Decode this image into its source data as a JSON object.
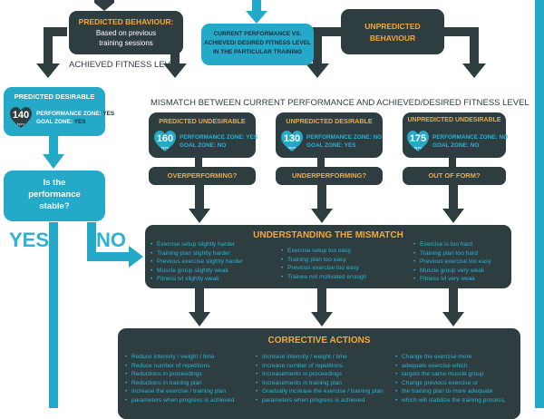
{
  "top_left": {
    "title": "PREDICTED BEHAVIOUR:",
    "subtitle_l1": "Based on previous",
    "subtitle_l2": "training sessions"
  },
  "top_center": {
    "l1": "CURRENT PERFORMANCE VS.",
    "l2": "ACHIEVED/ DESIRED FITNESS LEVEL",
    "l3": "IN THE PARTICULAR TRAINING"
  },
  "top_right": {
    "l1": "UNPREDICTED",
    "l2": "BEHAVIOUR"
  },
  "achieved_caption": "ACHIEVED FITNESS LEVEL",
  "mismatch_caption": "MISMATCH BETWEEN CURRENT PERFORMANCE AND ACHIEVED/DESIRED FITNESS LEVEL",
  "predicted_desirable": {
    "title": "PREDICTED DESIRABLE",
    "bpm": "140",
    "unit": "bpm",
    "zone_label": "PERFORMANCE ZONE:",
    "zone_value": "YES",
    "goal_label": "GOAL ZONE:",
    "goal_value": "YES"
  },
  "cases": [
    {
      "title": "PREDICTED UNDESIRABLE",
      "bpm": "160",
      "unit": "bpm",
      "zone_label": "PERFORMANCE ZONE:",
      "zone_value": "YES",
      "goal_label": "GOAL ZONE:",
      "goal_value": "NO",
      "diagnosis": "OVERPERFORMING?",
      "reasons": [
        "Exercise setup slightly harder",
        "Training plan slightly harder",
        "Previous exercise slightly harder",
        "Muscle group slightly weak",
        "Fitness lvl slightly weak"
      ]
    },
    {
      "title": "UNPREDICTED DESIRABLE",
      "bpm": "130",
      "unit": "bpm",
      "zone_label": "PERFORMANCE ZONE:",
      "zone_value": "NO",
      "goal_label": "GOAL ZONE:",
      "goal_value": "YES",
      "diagnosis": "UNDERPERFORMING?",
      "reasons": [
        "Exercise setup too easy",
        "Training plan too easy",
        "Previous exercise too easy",
        "Trainee not motivated enough"
      ]
    },
    {
      "title": "UNPREDICTED UNDESIRABLE",
      "bpm": "175",
      "unit": "bpm",
      "zone_label": "PERFORMANCE ZONE:",
      "zone_value": "NO",
      "goal_label": "GOAL ZONE:",
      "goal_value": "NO",
      "diagnosis": "OUT OF FORM?",
      "reasons": [
        "Exercise is too hard",
        "Training plan too hard",
        "Previous exercise too easy",
        "Muscle group very weak",
        "Fitness lvl very weak"
      ]
    }
  ],
  "stable_question": {
    "l1": "Is the",
    "l2": "performance",
    "l3": "stable?"
  },
  "yes_label": "YES",
  "no_label": "NO",
  "understanding_title": "UNDERSTANDING THE MISMATCH",
  "corrective": {
    "title": "CORRECTIVE ACTIONS",
    "col1": [
      "Reduce intensity / weight / time",
      "Reduce number of repetitions",
      "Reductions in proceedings",
      "Reductions in training plan",
      "Increase the exercise / training plan",
      "parameters when progress is achieved"
    ],
    "col2": [
      "Increase intensity / weight / time",
      "Increase number of repetitions",
      "Increasements in proceedings",
      "Increasements in training plan",
      "Gradually increase the exercise / training plan",
      "parameters when progress is achieved"
    ],
    "col3": [
      "Change the exercise more",
      "adequate exercise which",
      "targets the same muscle group",
      "Change previous exercise or",
      "the training plan to more adequate",
      "which will stabilize the training process,"
    ]
  },
  "colors": {
    "dark": "#2e3d3f",
    "teal": "#25a9c9",
    "orange": "#f2a93b",
    "text_teal": "#2ab3d6"
  }
}
